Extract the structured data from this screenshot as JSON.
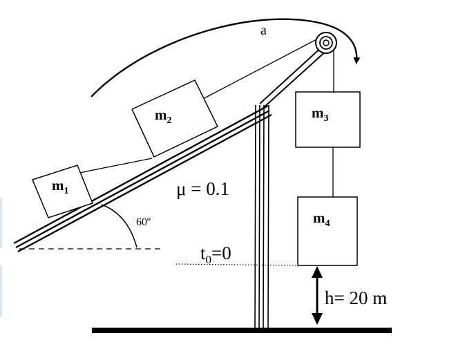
{
  "labels": {
    "acceleration": "a",
    "friction": "μ = 0.1",
    "angle": "60º",
    "time_t": "t",
    "time_sub": "0",
    "time_rest": "=0",
    "height": "h= 20 m"
  },
  "masses": [
    {
      "base": "m",
      "sub": "1"
    },
    {
      "base": "m",
      "sub": "2"
    },
    {
      "base": "m",
      "sub": "3"
    },
    {
      "base": "m",
      "sub": "4"
    }
  ]
}
